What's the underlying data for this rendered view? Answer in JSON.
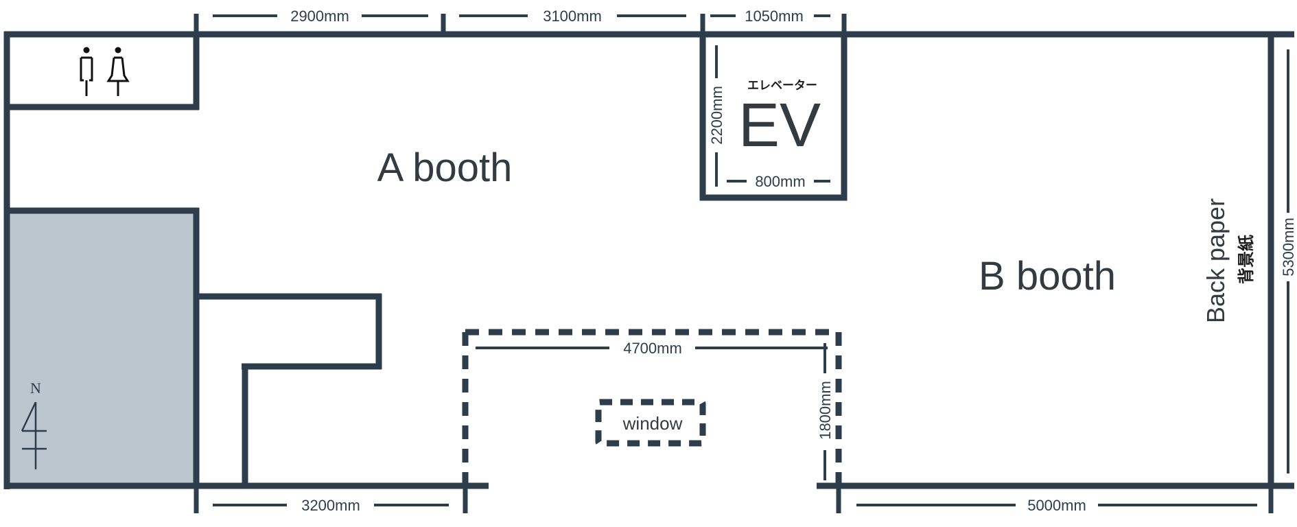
{
  "rooms": {
    "a_booth": "A booth",
    "b_booth": "B booth"
  },
  "elevator": {
    "label": "EV",
    "label_jp": "エレベーター",
    "width": "800mm",
    "depth": "2200mm"
  },
  "window": {
    "label": "window",
    "width": "4700mm",
    "depth": "1800mm"
  },
  "back_paper": {
    "label_en": "Back paper",
    "label_jp": "背景紙",
    "length": "5300mm"
  },
  "dimensions": {
    "top": [
      "2900mm",
      "3100mm",
      "1050mm"
    ],
    "bottom": [
      "3200mm",
      "5000mm"
    ]
  },
  "compass": {
    "label": "N"
  },
  "icons": {
    "restroom": "restroom-male-female-icon",
    "compass": "north-arrow-icon"
  },
  "colors": {
    "wall": "#2e3d4b",
    "shaded_area": "#bcc6ce"
  }
}
